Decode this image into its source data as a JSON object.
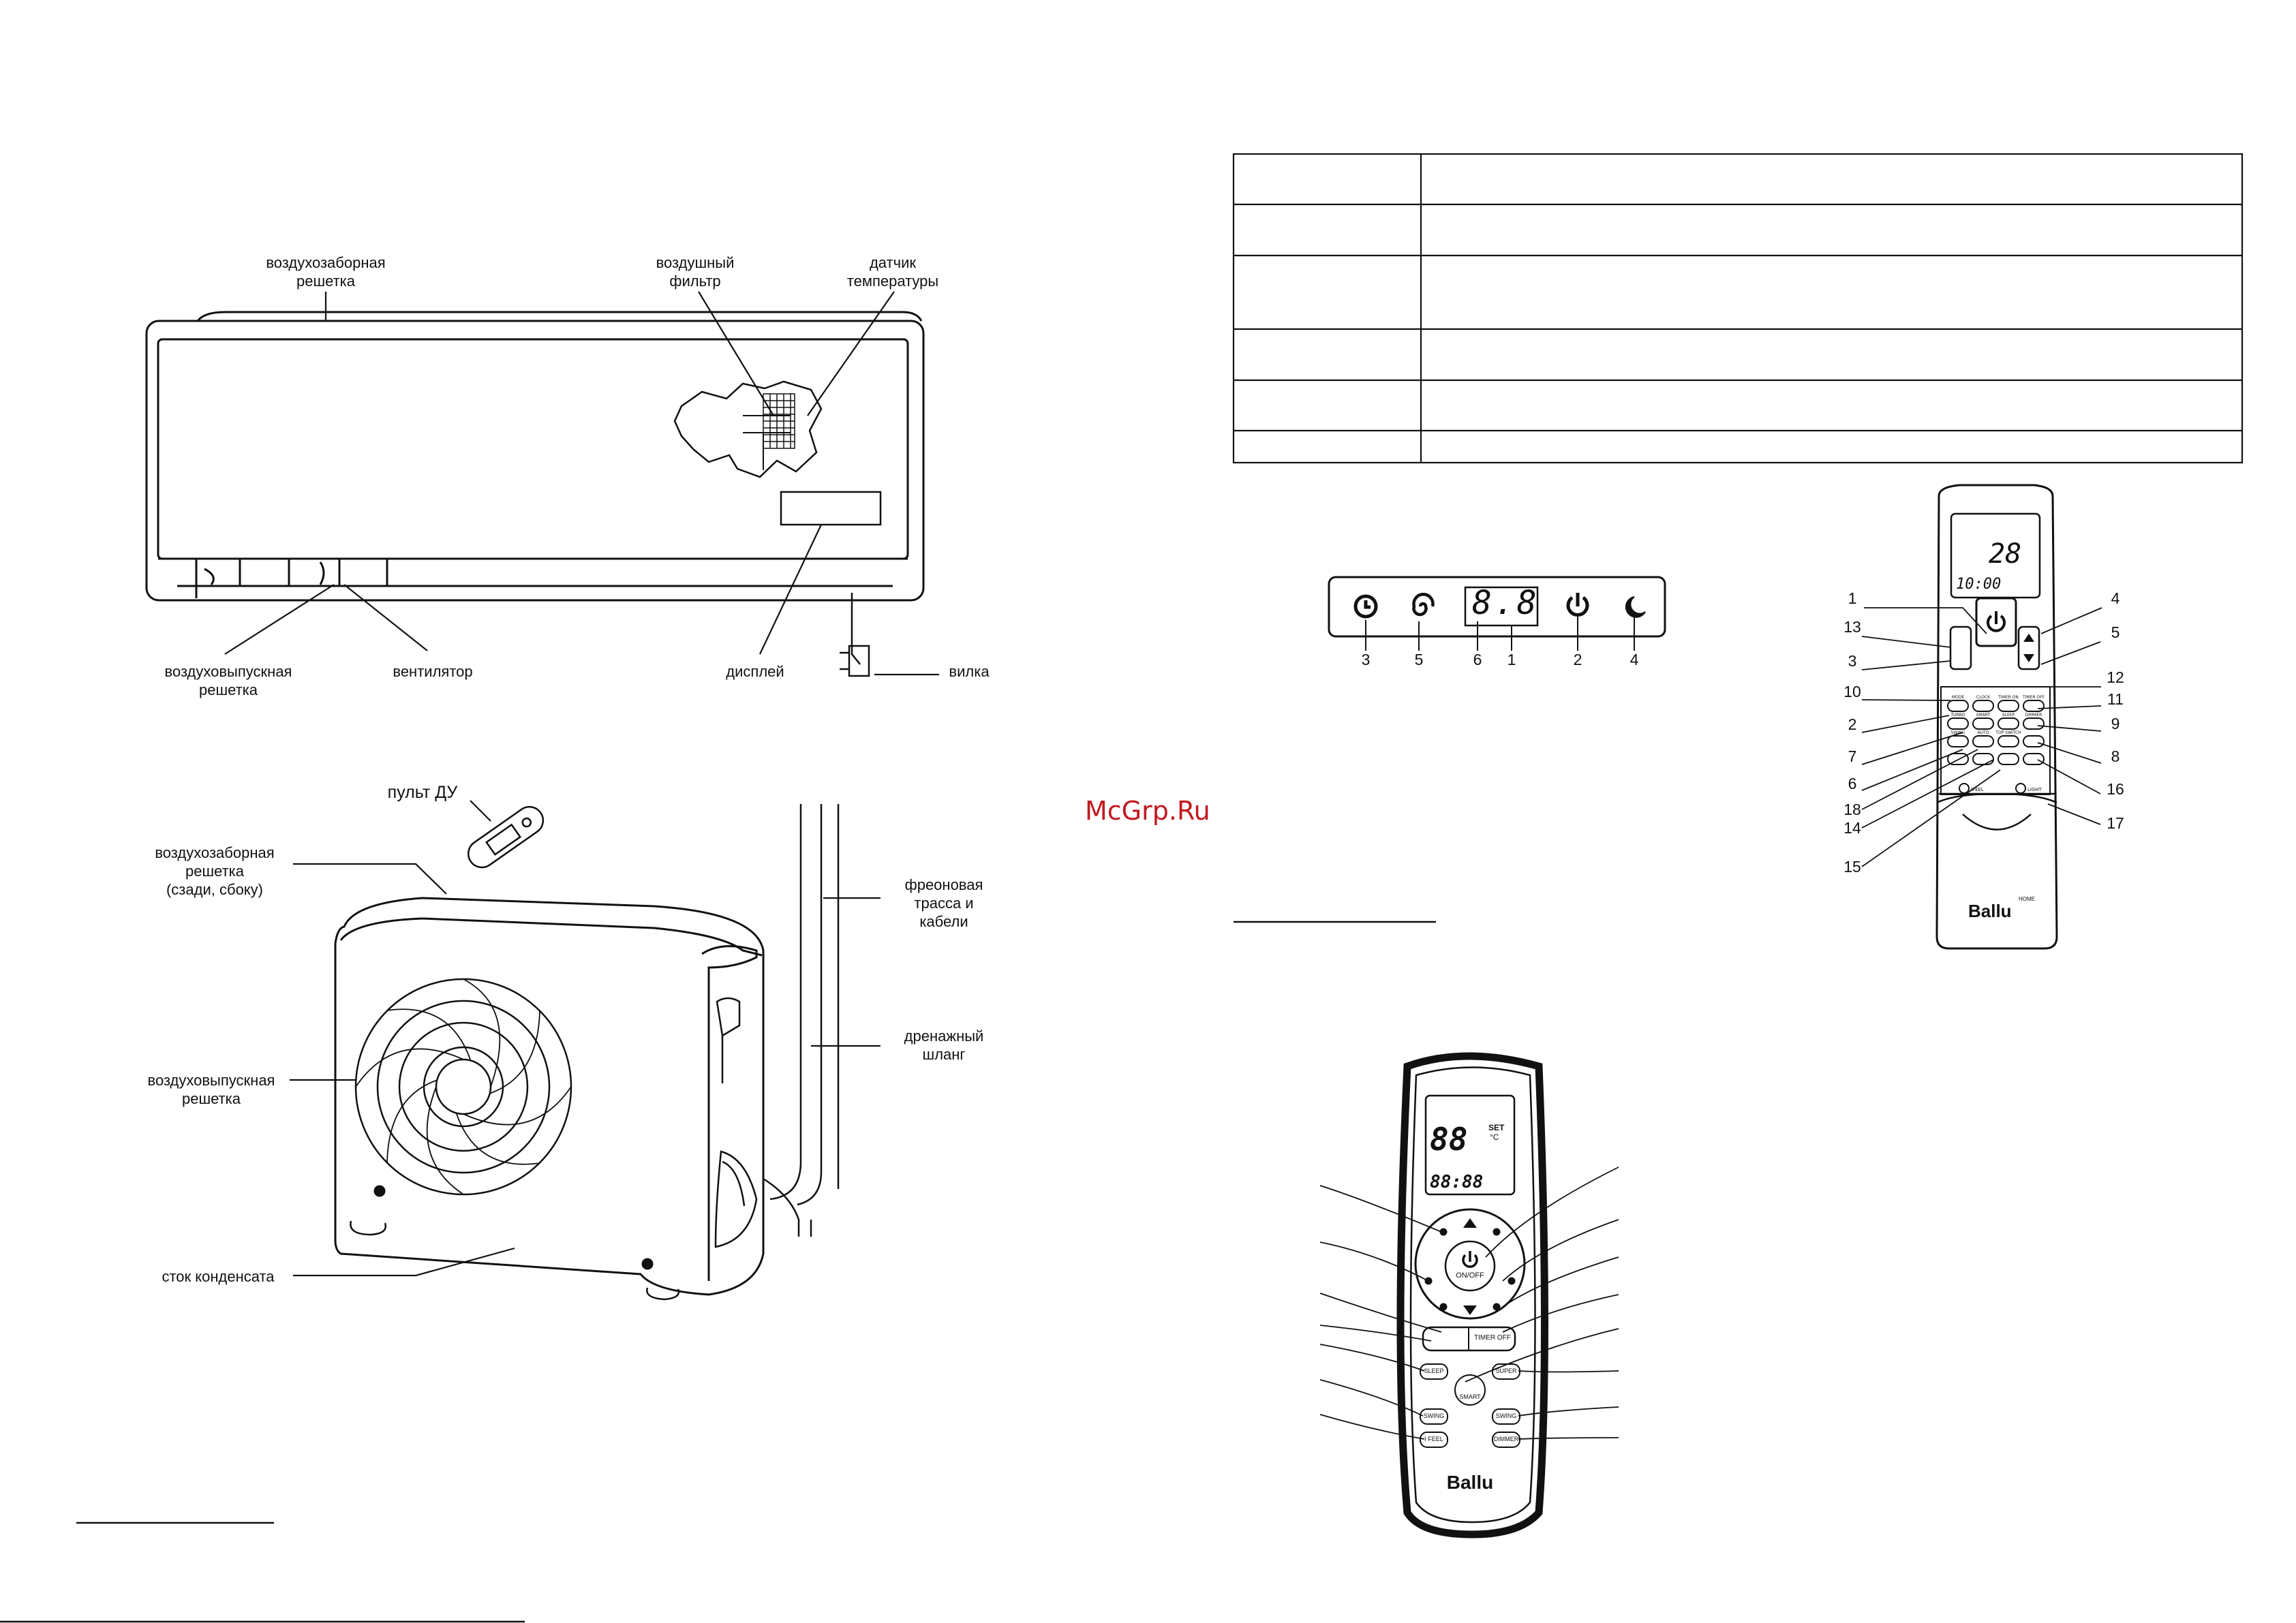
{
  "watermark": "McGrp.Ru",
  "indoor_labels": {
    "air_intake": "воздухозаборная\nрешетка",
    "air_filter": "воздушный\nфильтр",
    "temp_sensor": "датчик\nтемпературы",
    "air_outlet": "воздуховыпускная\nрешетка",
    "fan": "вентилятор",
    "display": "дисплей",
    "plug": "вилка"
  },
  "outdoor_labels": {
    "remote": "пульт ДУ",
    "air_intake": "воздухозаборная\nрешетка\n(сзади, сбоку)",
    "freon": "фреоновая\nтрасса и\nкабели",
    "drain": "дренажный\nшланг",
    "air_outlet": "воздуховыпускная\nрешетка",
    "condensate": "сток конденсата"
  },
  "display_panel": {
    "digits": "8.8",
    "numbers": [
      "3",
      "5",
      "6",
      "1",
      "2",
      "4"
    ]
  },
  "remote1": {
    "temp": "28",
    "time": "10:00",
    "callouts_left": [
      "1",
      "13",
      "3",
      "10",
      "2",
      "7",
      "6",
      "18",
      "14",
      "15"
    ],
    "callouts_right": [
      "4",
      "5",
      "12",
      "11",
      "9",
      "8",
      "16",
      "17"
    ],
    "brand": "Ballu",
    "brand_sub": "HOME",
    "keys": [
      "MODE",
      "CLOCK",
      "TIMER ON",
      "TIMER OFF",
      "TURBO",
      "SMART",
      "SLEEP",
      "DIMMER",
      "SWING",
      "AUTO",
      "TOP SWITCH",
      "",
      "",
      "",
      "",
      ""
    ],
    "small": [
      "IFEEL",
      "LIGHT"
    ]
  },
  "remote2": {
    "temp": "88",
    "set": "SET",
    "celsius": "°C",
    "time": "88:88",
    "on_off": "ON/OFF",
    "timer_off": "TIMER OFF",
    "sleep": "SLEEP",
    "super": "SUPER",
    "smart": "SMART",
    "swing1": "SWING",
    "swing2": "SWING",
    "ifeel": "I FEEL",
    "dimmer": "DIMMER",
    "brand": "Ballu"
  }
}
